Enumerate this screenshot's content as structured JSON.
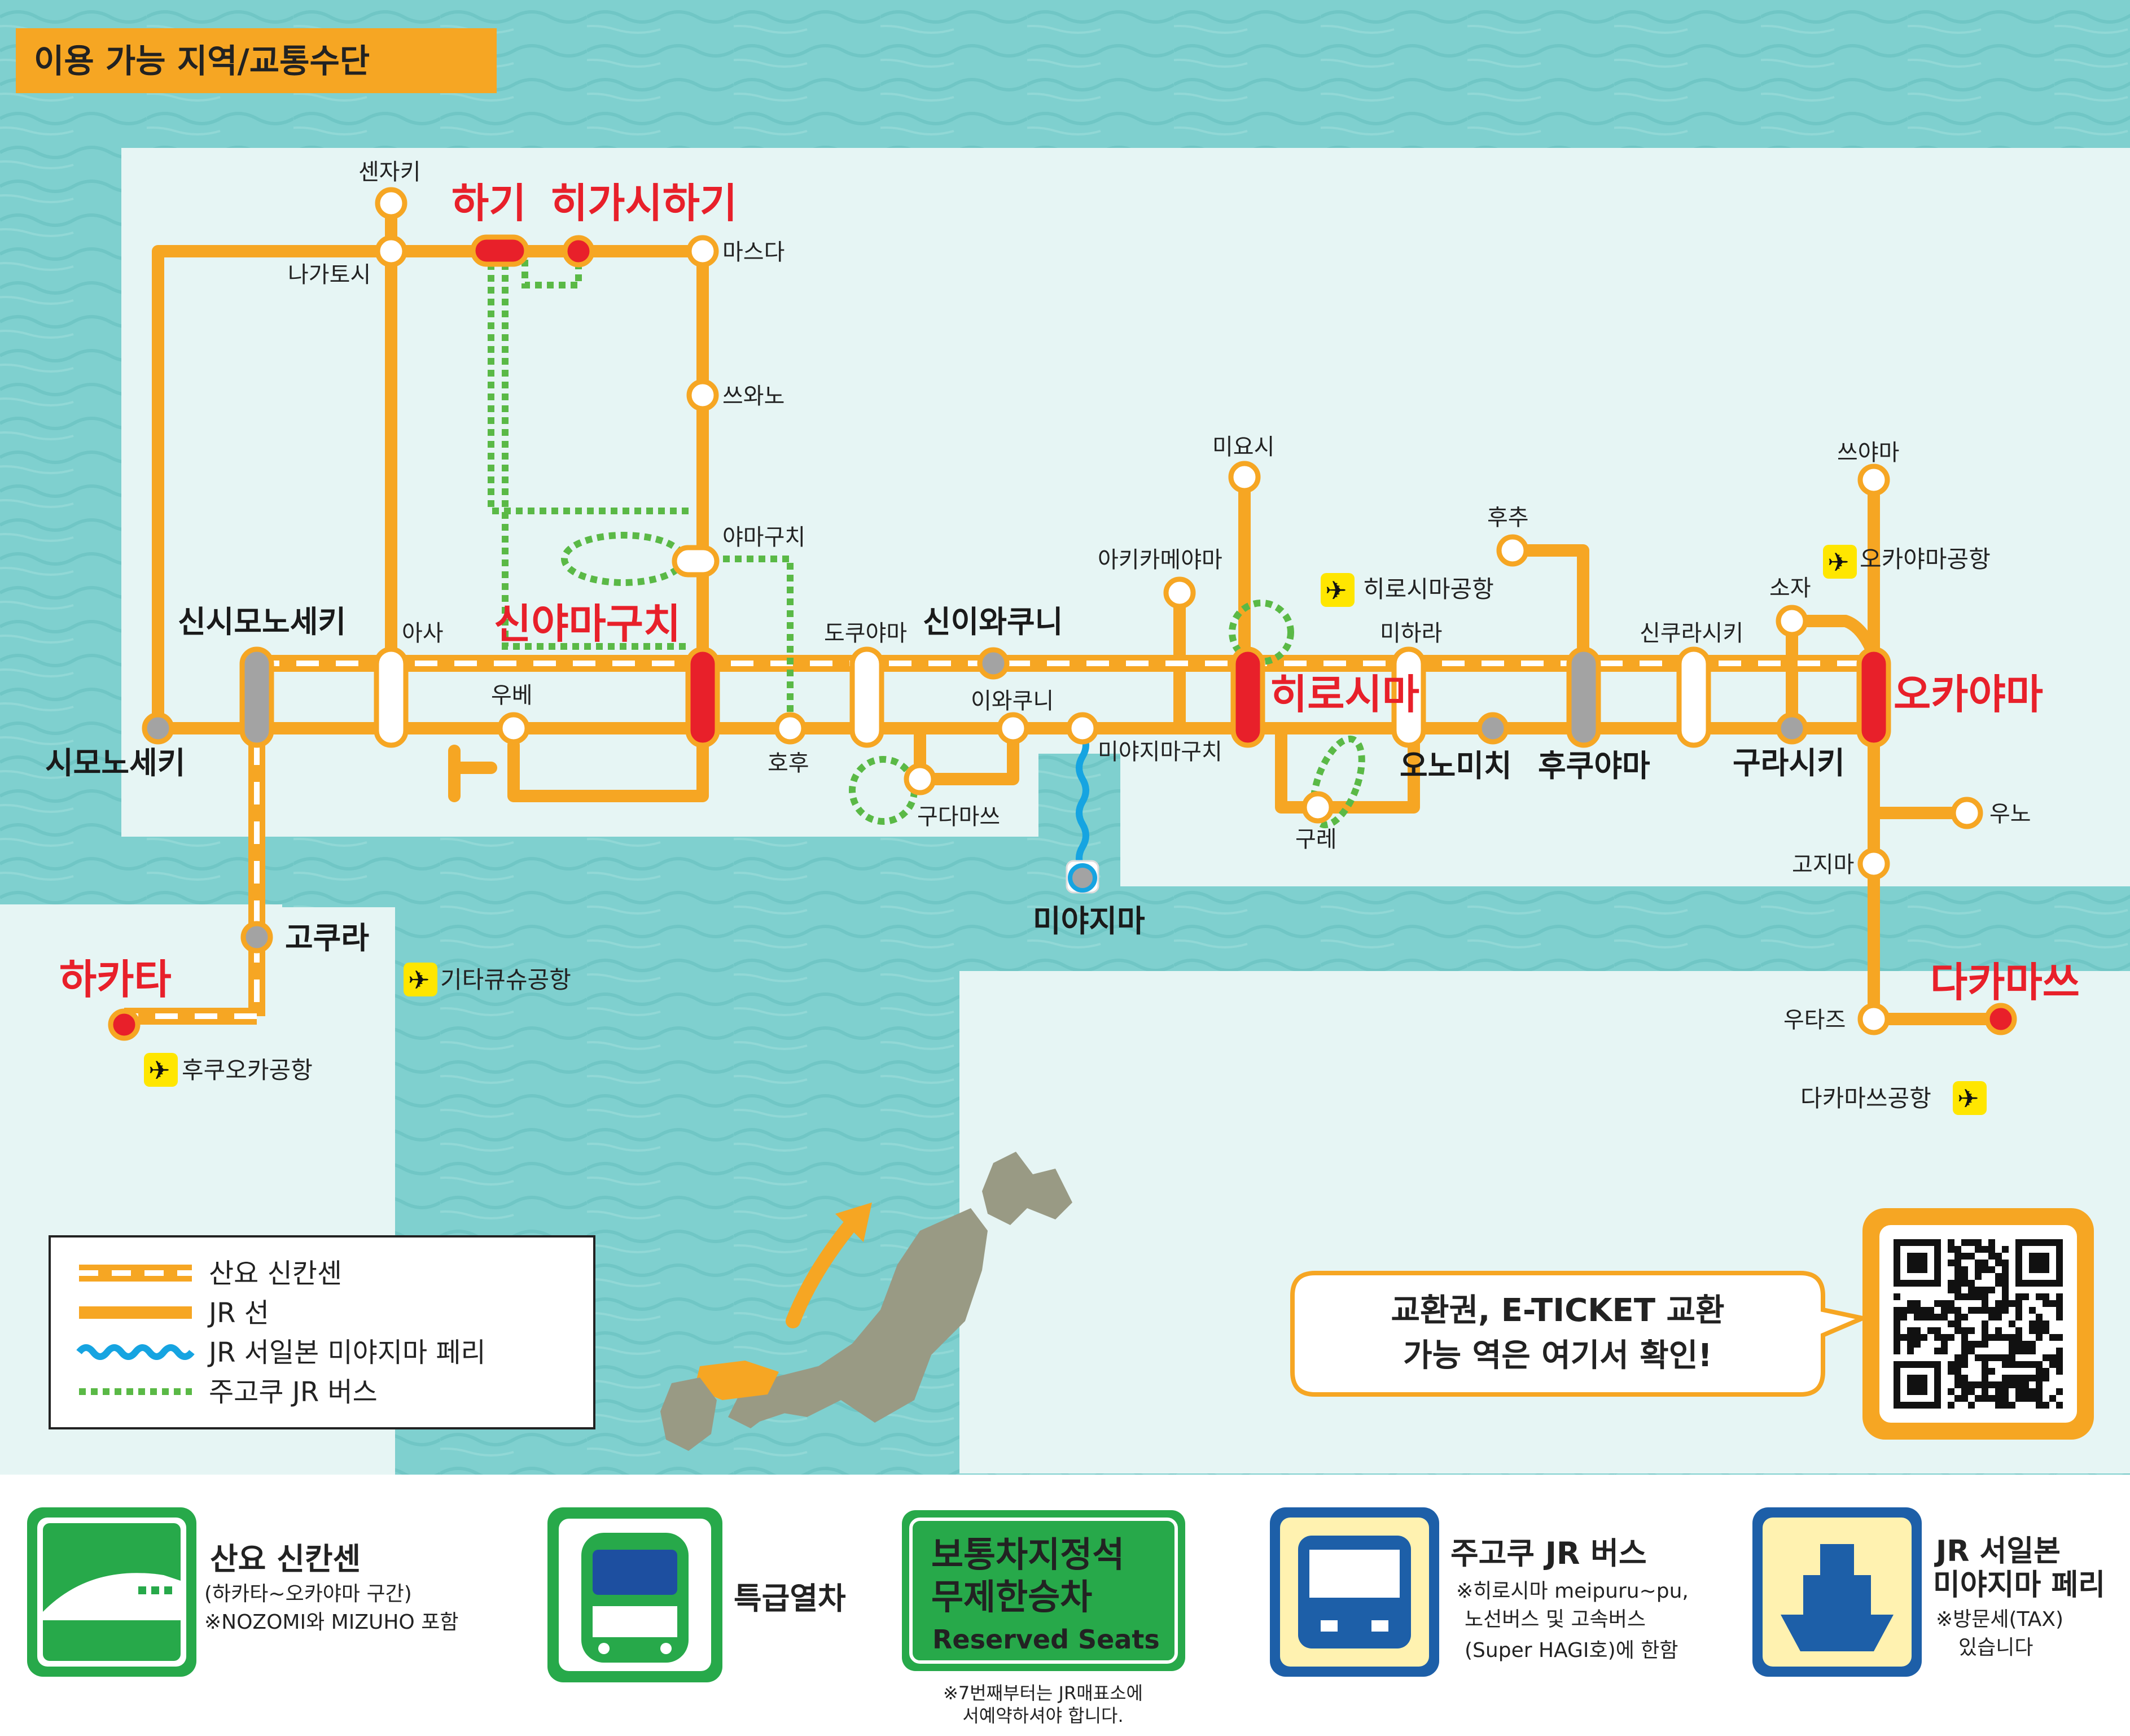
{
  "title": "이용 가능 지역/교통수단",
  "colors": {
    "jr": "#f6a623",
    "red": "#e8202a",
    "gray": "#a3a3a3",
    "bus": "#5ab946",
    "ferry": "#16a4e1",
    "sea": "#7fd0cf",
    "land": "#e6f5f4"
  },
  "stations": {
    "senjaki": "센자키",
    "hagi": "하기",
    "higashihagi": "히가시하기",
    "masuda": "마스다",
    "nagatoshi": "나가토시",
    "tsuwano": "쓰와노",
    "yamaguchi": "야마구치",
    "shinshimonoseki": "신시모노세키",
    "asa": "아사",
    "shinyamaguchi": "신야마구치",
    "tokuyama": "도쿠야마",
    "shiniwakuni": "신이와쿠니",
    "miyoshi": "미요시",
    "akikameyama": "아키카메야마",
    "hiroshima": "히로시마",
    "fuchu": "후추",
    "mihara": "미하라",
    "shinkurashiki": "신쿠라시키",
    "tsuyama": "쓰야마",
    "soja": "소자",
    "okayama": "오카야마",
    "shimonoseki": "시모노세키",
    "ube": "우베",
    "hofu": "호후",
    "iwakuni": "이와쿠니",
    "miyajimaguchi": "미야지마구치",
    "kure": "구레",
    "onomichi": "오노미치",
    "fukuyama": "후쿠야마",
    "kurashiki": "구라시키",
    "kudamatsu": "구다마쓰",
    "miyajima": "미야지마",
    "uno": "우노",
    "kojima": "고지마",
    "utazu": "우타즈",
    "takamatsu": "다카마쓰",
    "hakata": "하카타",
    "kokura": "고쿠라"
  },
  "airports": {
    "hiroshima": "히로시마공항",
    "okayama": "오카야마공항",
    "kitakyushu": "기타큐슈공항",
    "fukuoka": "후쿠오카공항",
    "takamatsu": "다카마쓰공항"
  },
  "legend": {
    "shinkansen": "산요 신칸센",
    "jr": "JR 선",
    "ferry": "JR 서일본 미야지마 페리",
    "bus": "주고쿠 JR 버스"
  },
  "callout": {
    "line1": "교환권, E-TICKET 교환",
    "line2": "가능 역은 여기서 확인!"
  },
  "footer": {
    "shinkansen": {
      "title": "산요 신칸센",
      "sub1": "(하카타~오카야마 구간)",
      "sub2": "※NOZOMI와 MIZUHO 포함"
    },
    "express": {
      "title": "특급열차"
    },
    "reserved": {
      "line1": "보통차지정석",
      "line2": "무제한승차",
      "line3": "Reserved Seats",
      "note1": "※7번째부터는 JR매표소에",
      "note2": "서예약하셔야 합니다."
    },
    "bus": {
      "title": "주고쿠 JR 버스",
      "sub1": "※히로시마 meipuru~pu,",
      "sub2": "노선버스 및 고속버스",
      "sub3": "(Super HAGI호)에 한함"
    },
    "ferry": {
      "title1": "JR 서일본",
      "title2": "미야지마 페리",
      "sub1": "※방문세(TAX)",
      "sub2": "있습니다"
    }
  }
}
